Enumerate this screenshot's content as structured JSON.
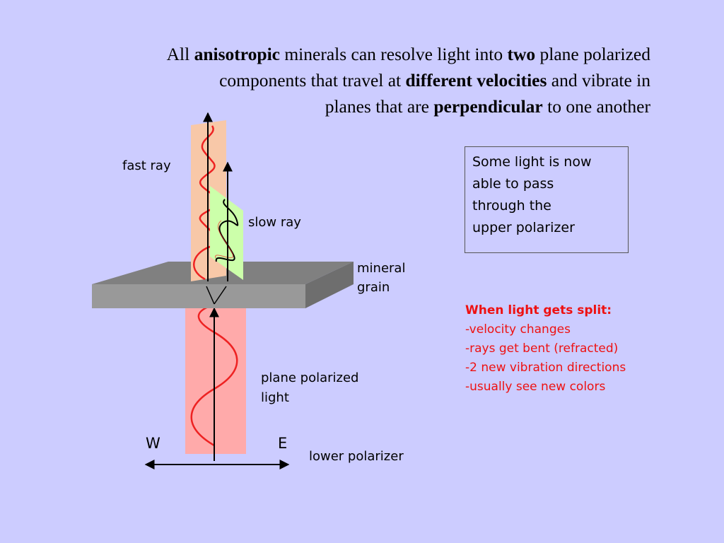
{
  "title": {
    "l1_a": "All ",
    "l1_b": "anisotropic",
    "l1_c": " minerals can resolve light into ",
    "l1_d": "two",
    "l1_e": " plane polarized",
    "l2_a": "components that travel at ",
    "l2_b": "different velocities",
    "l2_c": " and vibrate in",
    "l3_a": "planes that are ",
    "l3_b": "perpendicular",
    "l3_c": " to one another"
  },
  "diagram": {
    "fast_ray": "fast ray",
    "slow_ray": "slow ray",
    "mineral_l1": "mineral",
    "mineral_l2": "grain",
    "ppl_l1": "plane polarized",
    "ppl_l2": "light",
    "west": "W",
    "east": "E",
    "lower_polarizer": "lower polarizer"
  },
  "callout": {
    "l1": "Some light is now",
    "l2": "able to pass",
    "l3": "through the",
    "l4": "upper polarizer"
  },
  "split_notes": {
    "heading": "When light gets split:",
    "items": [
      "-velocity changes",
      "-rays get bent (refracted)",
      "-2 new vibration directions",
      "-usually see new colors"
    ]
  },
  "colors": {
    "background": "#ccccff",
    "wave": "#ee2222",
    "fast_plane": "#f8c8a8",
    "slow_plane": "#ccffaa",
    "light_beam": "#ffaaaa",
    "mineral": "#888888",
    "notes_text": "#ee1111"
  }
}
